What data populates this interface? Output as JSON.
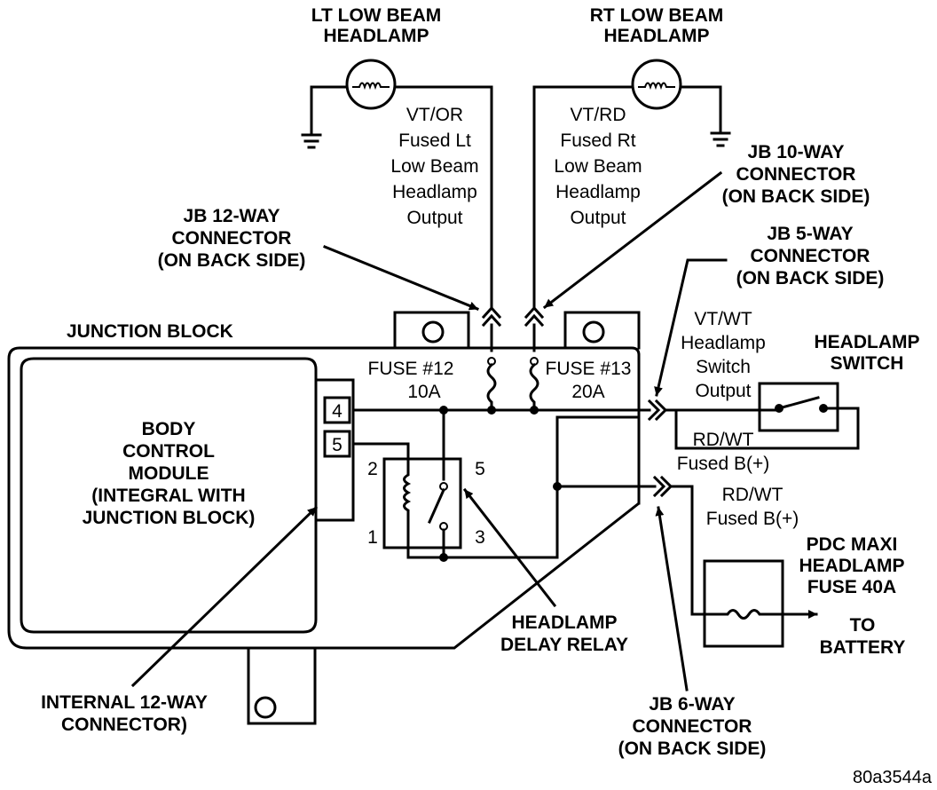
{
  "figure_id": "80a3544a",
  "lamps": {
    "left": {
      "line1": "LT LOW BEAM",
      "line2": "HEADLAMP"
    },
    "right": {
      "line1": "RT LOW BEAM",
      "line2": "HEADLAMP"
    }
  },
  "circuits": {
    "left_output": [
      "VT/OR",
      "Fused Lt",
      "Low Beam",
      "Headlamp",
      "Output"
    ],
    "right_output": [
      "VT/RD",
      "Fused Rt",
      "Low Beam",
      "Headlamp",
      "Output"
    ],
    "switch_output": [
      "VT/WT",
      "Headlamp",
      "Switch",
      "Output"
    ],
    "fused_b1": [
      "RD/WT",
      "Fused B(+)"
    ],
    "fused_b2": [
      "RD/WT",
      "Fused B(+)"
    ]
  },
  "connectors": {
    "jb12": [
      "JB 12-WAY",
      "CONNECTOR",
      "(ON BACK SIDE)"
    ],
    "jb10": [
      "JB 10-WAY",
      "CONNECTOR",
      "(ON BACK SIDE)"
    ],
    "jb5": [
      "JB 5-WAY",
      "CONNECTOR",
      "(ON BACK SIDE)"
    ],
    "jb6": [
      "JB 6-WAY",
      "CONNECTOR",
      "(ON BACK SIDE)"
    ],
    "internal12": [
      "INTERNAL 12-WAY",
      "CONNECTOR)"
    ]
  },
  "junction_block": {
    "label": "JUNCTION BLOCK"
  },
  "fuses": {
    "f12": {
      "name": "FUSE #12",
      "rating": "10A"
    },
    "f13": {
      "name": "FUSE #13",
      "rating": "20A"
    }
  },
  "bcm": {
    "lines": [
      "BODY",
      "CONTROL",
      "MODULE",
      "(INTEGRAL WITH",
      "JUNCTION BLOCK)"
    ]
  },
  "pins": {
    "bcm_upper": "4",
    "bcm_lower": "5",
    "relay_tl": "2",
    "relay_bl": "1",
    "relay_tr": "5",
    "relay_br": "3"
  },
  "relay": {
    "lines": [
      "HEADLAMP",
      "DELAY RELAY"
    ]
  },
  "switch": {
    "lines": [
      "HEADLAMP",
      "SWITCH"
    ]
  },
  "pdc": {
    "lines": [
      "PDC MAXI",
      "HEADLAMP",
      "FUSE 40A"
    ]
  },
  "battery": {
    "lines": [
      "TO",
      "BATTERY"
    ]
  },
  "icons": [
    "ground-icon",
    "arrow-icon",
    "fuse-icon",
    "relay-coil-icon",
    "switch-icon",
    "lamp-filament-icon"
  ]
}
